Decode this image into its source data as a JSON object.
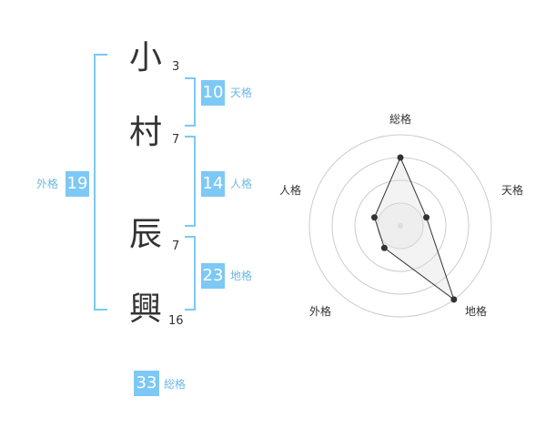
{
  "name": {
    "characters": [
      {
        "char": "小",
        "strokes": "3"
      },
      {
        "char": "村",
        "strokes": "7"
      },
      {
        "char": "辰",
        "strokes": "7"
      },
      {
        "char": "興",
        "strokes": "16"
      }
    ]
  },
  "fortunes": {
    "ten": {
      "value": "10",
      "label": "天格"
    },
    "jin": {
      "value": "14",
      "label": "人格"
    },
    "chi": {
      "value": "23",
      "label": "地格"
    },
    "gai": {
      "value": "19",
      "label": "外格"
    },
    "so": {
      "value": "33",
      "label": "総格"
    }
  },
  "radar": {
    "axes": [
      "総格",
      "天格",
      "地格",
      "外格",
      "人格"
    ],
    "values": [
      0.75,
      0.3,
      1.0,
      0.3,
      0.3
    ],
    "colors": {
      "ring": "#cccccc",
      "fill": "#f0f0f0",
      "line": "#333333",
      "bracket": "#7dc8f5"
    }
  }
}
